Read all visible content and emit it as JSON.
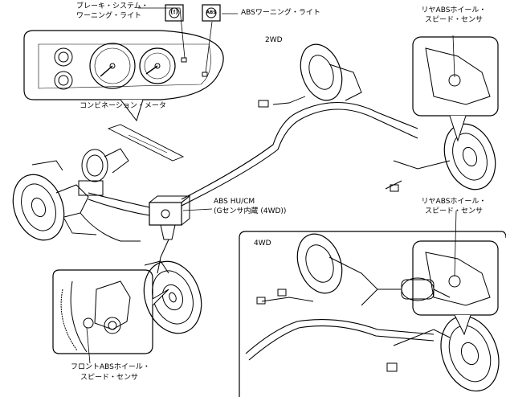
{
  "labels": {
    "brake_warning_1": "ブレーキ・システム・",
    "brake_warning_2": "ワーニング・ライト",
    "abs_warning": "ABSワーニング・ライト",
    "combination_meter": "コンビネーション・メータ",
    "rear_sensor_2wd_1": "リヤABSホイール・",
    "rear_sensor_2wd_2": "スピード・センサ",
    "section_2wd": "2WD",
    "abs_hu_cm_1": "ABS HU/CM",
    "abs_hu_cm_2": "(Gセンサ内蔵 (4WD))",
    "rear_sensor_4wd_1": "リヤABSホイール・",
    "rear_sensor_4wd_2": "スピード・センサ",
    "section_4wd": "4WD",
    "front_sensor_1": "フロントABSホイール・",
    "front_sensor_2": "スピード・センサ"
  },
  "icons": {
    "brake_icon": "(!)",
    "abs_icon": "ABS"
  }
}
